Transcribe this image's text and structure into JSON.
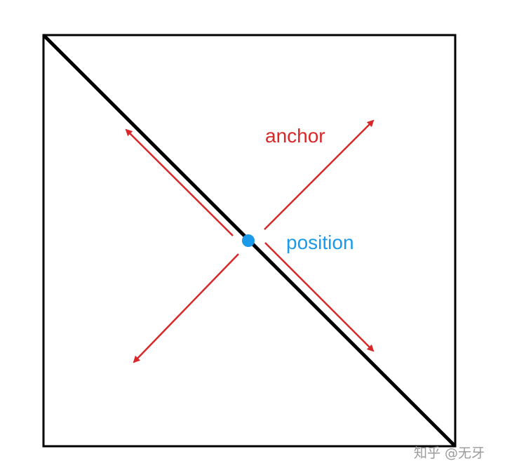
{
  "labels": {
    "anchor": "anchor",
    "position": "position"
  },
  "watermark": "知乎 @无牙",
  "colors": {
    "frame": "#000000",
    "arrow": "#d9282a",
    "point": "#1a9ae8",
    "watermark": "#9a9a9a"
  },
  "icons": {
    "point": "position-point-icon",
    "arrow": "arrow-icon"
  }
}
